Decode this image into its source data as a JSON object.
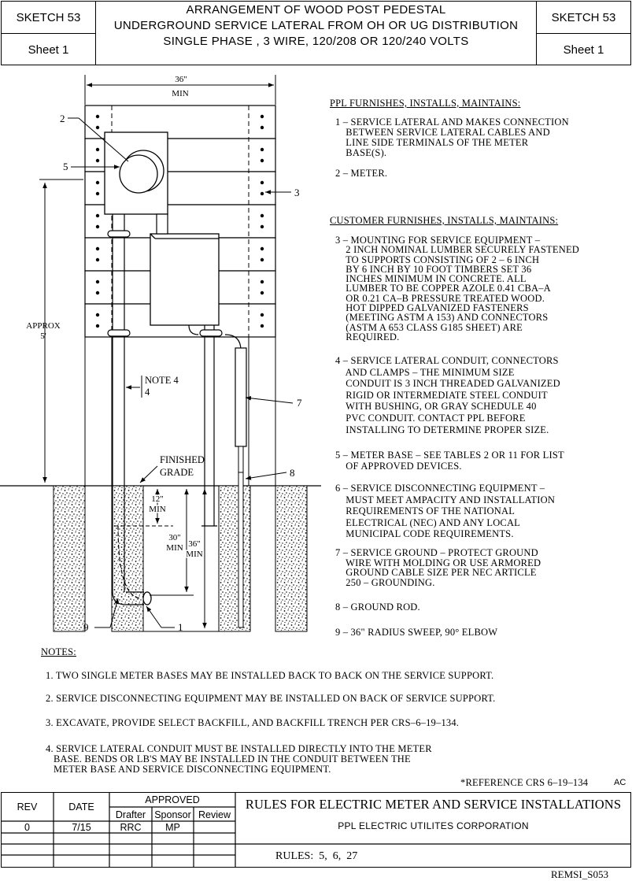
{
  "header": {
    "sketch_left": "SKETCH 53",
    "sheet_left": "Sheet  1",
    "sketch_right": "SKETCH 53",
    "sheet_right": "Sheet  1",
    "title1": "ARRANGEMENT  OF  WOOD  POST  PEDESTAL",
    "title2": "UNDERGROUND SERVICE LATERAL FROM OH OR UG DISTRIBUTION",
    "title3": "SINGLE PHASE , 3 WIRE, 120/208 OR 120/240 VOLTS"
  },
  "drawing": {
    "dim_top": "36\"",
    "dim_top_min": "MIN",
    "approx": "APPROX",
    "approx_val": "5'",
    "note4": "NOTE 4",
    "note4_num": "4",
    "finished": "FINISHED",
    "grade": "GRADE",
    "d12": "12\"",
    "d12_min": "MIN",
    "d30": "30\"",
    "d30_min": "MIN",
    "d36": "36\"",
    "d36_min": "MIN",
    "c1": "1",
    "c2": "2",
    "c3": "3",
    "c5": "5",
    "c7": "7",
    "c8": "8",
    "c9": "9"
  },
  "ppl": {
    "heading": "PPL FURNISHES, INSTALLS, MAINTAINS:",
    "items": [
      "1 – SERVICE LATERAL AND MAKES CONNECTION\n    BETWEEN SERVICE LATERAL CABLES AND\n    LINE SIDE TERMINALS OF THE METER\n    BASE(S).",
      "2 – METER."
    ]
  },
  "customer": {
    "heading": "CUSTOMER FURNISHES, INSTALLS, MAINTAINS:",
    "items": [
      "3 – MOUNTING FOR SERVICE EQUIPMENT –\n    2 INCH NOMINAL LUMBER SECURELY FASTENED\n    TO SUPPORTS CONSISTING OF 2 – 6 INCH\n    BY 6 INCH BY 10 FOOT TIMBERS SET 36\n    INCHES MINIMUM IN CONCRETE. ALL\n    LUMBER TO BE COPPER AZOLE 0.41 CBA–A\n    OR 0.21 CA–B PRESSURE TREATED WOOD.\n    HOT DIPPED GALVANIZED FASTENERS\n    (MEETING ASTM A 153) AND CONNECTORS\n    (ASTM A 653 CLASS G185 SHEET) ARE\n    REQUIRED.",
      "4 – SERVICE LATERAL CONDUIT, CONNECTORS\n    AND CLAMPS – THE MINIMUM SIZE\n    CONDUIT IS 3 INCH THREADED GALVANIZED\n    RIGID OR INTERMEDIATE STEEL CONDUIT\n    WITH BUSHING, OR GRAY SCHEDULE 40\n    PVC CONDUIT. CONTACT PPL BEFORE\n    INSTALLING TO DETERMINE PROPER SIZE.",
      "5 – METER BASE – SEE TABLES 2 OR 11 FOR LIST\n    OF APPROVED DEVICES.",
      "6 – SERVICE DISCONNECTING EQUIPMENT –\n    MUST MEET AMPACITY AND INSTALLATION\n    REQUIREMENTS OF THE NATIONAL\n    ELECTRICAL (NEC) AND ANY LOCAL\n    MUNICIPAL CODE REQUIREMENTS.",
      "7 – SERVICE GROUND – PROTECT GROUND\n    WIRE WITH MOLDING OR USE ARMORED\n    GROUND CABLE SIZE PER NEC ARTICLE\n    250 – GROUNDING.",
      "8 – GROUND ROD.",
      "9 – 36\" RADIUS SWEEP, 90° ELBOW"
    ]
  },
  "notes": {
    "heading": "NOTES:",
    "items": [
      "1. TWO SINGLE METER BASES MAY BE INSTALLED BACK TO BACK ON THE SERVICE SUPPORT.",
      "2. SERVICE DISCONNECTING EQUIPMENT MAY BE INSTALLED ON BACK OF SERVICE SUPPORT.",
      "3. EXCAVATE, PROVIDE SELECT BACKFILL, AND BACKFILL TRENCH PER CRS–6–19–134.",
      "4. SERVICE LATERAL CONDUIT MUST BE INSTALLED DIRECTLY INTO THE METER\n   BASE. BENDS OR LB'S MAY BE INSTALLED IN THE CONDUIT BETWEEN THE\n   METER BASE AND SERVICE DISCONNECTING EQUIPMENT."
    ],
    "reference": "*REFERENCE CRS 6–19–134",
    "ac": "AC"
  },
  "titleblock": {
    "rev": "REV",
    "date": "DATE",
    "approved": "APPROVED",
    "drafter": "Drafter",
    "sponsor": "Sponsor",
    "review": "Review",
    "row_rev": "0",
    "row_date": "7/15",
    "row_drafter": "RRC",
    "row_sponsor": "MP",
    "rules_title": "RULES FOR ELECTRIC METER AND SERVICE INSTALLATIONS",
    "company": "PPL ELECTRIC UTILITES CORPORATION",
    "rules": "RULES:  5,  6,  27",
    "doc_id": "REMSI_S053"
  }
}
